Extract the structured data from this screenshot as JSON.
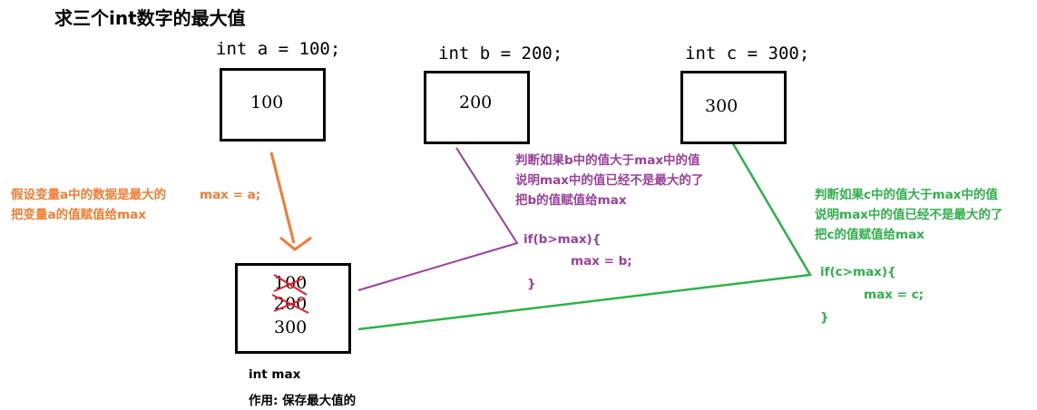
{
  "title": "求三个int数字的最大值",
  "declarations": {
    "a": "int a = 100;",
    "b": "int b = 200;",
    "c": "int c = 300;"
  },
  "boxes": {
    "a": "100",
    "b": "200",
    "c": "300"
  },
  "max_box": {
    "values": [
      "100",
      "200",
      "300"
    ],
    "label": "int max",
    "purpose": "作用: 保存最大值的"
  },
  "notes": {
    "assume": {
      "lines": [
        "假设变量a中的数据是最大的",
        "把变量a的值赋值给max"
      ],
      "code": "max = a;",
      "color": "#f47c30"
    },
    "compare_b": {
      "lines": [
        "判断如果b中的值大于max中的值",
        "说明max中的值已经不是最大的了",
        "把b的值赋值给max"
      ],
      "code": [
        "if(b>max){",
        "max = b;",
        "}"
      ],
      "color": "#9c3f9e"
    },
    "compare_c": {
      "lines": [
        "判断如果c中的值大于max中的值",
        "说明max中的值已经不是最大的了",
        "把c的值赋值给max"
      ],
      "code": [
        "if(c>max){",
        "max = c;",
        "}"
      ],
      "color": "#2fb14a"
    }
  },
  "colors": {
    "strike": "#e0202a"
  }
}
